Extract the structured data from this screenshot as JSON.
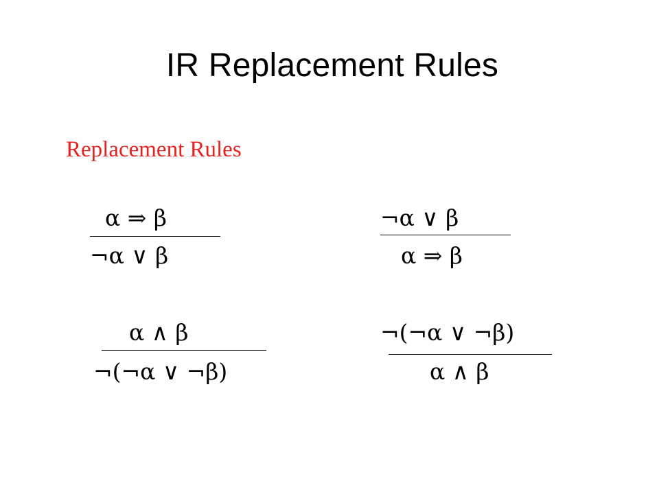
{
  "slide": {
    "title": "IR Replacement Rules",
    "subtitle": "Replacement Rules",
    "subtitle_color": "#e8221f"
  },
  "rules": [
    {
      "premise": "α ⇒ β",
      "conclusion": "¬α ∨ β"
    },
    {
      "premise": "¬α ∨ β",
      "conclusion": "α ⇒ β"
    },
    {
      "premise": "α ∧ β",
      "conclusion": "¬(¬α ∨ ¬β)"
    },
    {
      "premise": "¬(¬α ∨ ¬β)",
      "conclusion": "α ∧ β"
    }
  ]
}
